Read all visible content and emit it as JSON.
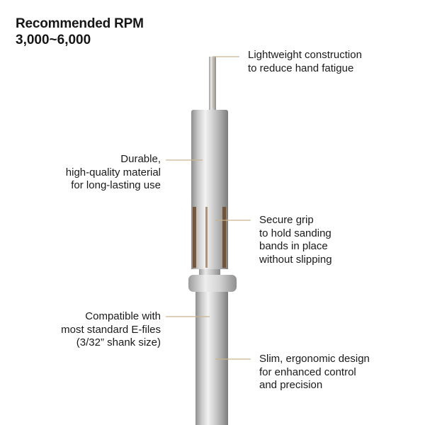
{
  "header": {
    "title": "Recommended RPM",
    "rpm_range": "3,000~6,000"
  },
  "callouts": {
    "lightweight": [
      "Lightweight construction",
      "to reduce hand fatigue"
    ],
    "durable": [
      "Durable,",
      "high-quality material",
      "for long-lasting use"
    ],
    "grip": [
      "Secure grip",
      "to hold sanding",
      "bands in place",
      "without slipping"
    ],
    "compatible": [
      "Compatible with",
      "most standard E-files",
      "(3/32” shank size)"
    ],
    "slim": [
      "Slim, ergonomic design",
      "for enhanced control",
      "and precision"
    ]
  },
  "colors": {
    "leader_line": "#c9b48f",
    "text": "#1a1a1a",
    "metal_light": "#e6e6e6",
    "metal_dark": "#8a8a8a"
  }
}
